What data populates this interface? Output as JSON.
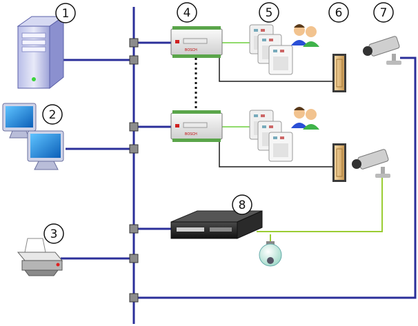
{
  "callouts": [
    {
      "id": "1",
      "label": "1"
    },
    {
      "id": "2",
      "label": "2"
    },
    {
      "id": "3",
      "label": "3"
    },
    {
      "id": "4",
      "label": "4"
    },
    {
      "id": "5",
      "label": "5"
    },
    {
      "id": "6",
      "label": "6"
    },
    {
      "id": "7",
      "label": "7"
    },
    {
      "id": "8",
      "label": "8"
    }
  ],
  "brand_mark": "BOSCH",
  "colors": {
    "network": "#2b2f9a",
    "wiegand": "#6ccf3a",
    "video": "#9acd32",
    "relay": "#1a1a1a",
    "node": "#8c8c8c"
  },
  "icons": [
    "server-tower-icon",
    "workstation-monitors-icon",
    "printer-icon",
    "access-controller-icon",
    "card-reader-icon",
    "users-icon",
    "door-icon",
    "camera-icon",
    "video-recorder-icon",
    "dome-camera-icon"
  ]
}
